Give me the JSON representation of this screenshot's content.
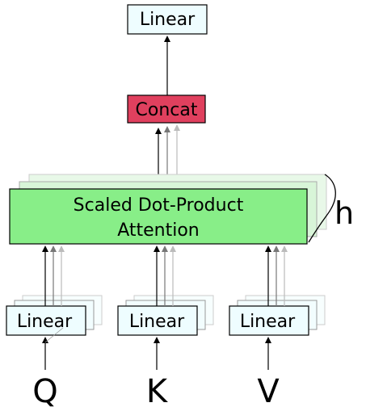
{
  "top_linear": {
    "label": "Linear"
  },
  "concat": {
    "label": "Concat",
    "color": "#e0405e"
  },
  "attention": {
    "line1": "Scaled Dot-Product",
    "line2": "Attention",
    "color": "#88ee88",
    "layer_color": "#d8f5d8"
  },
  "heads_label": "h",
  "linear_box_color": "#eefdff",
  "inputs": [
    {
      "label": "Q",
      "linear": "Linear"
    },
    {
      "label": "K",
      "linear": "Linear"
    },
    {
      "label": "V",
      "linear": "Linear"
    }
  ]
}
